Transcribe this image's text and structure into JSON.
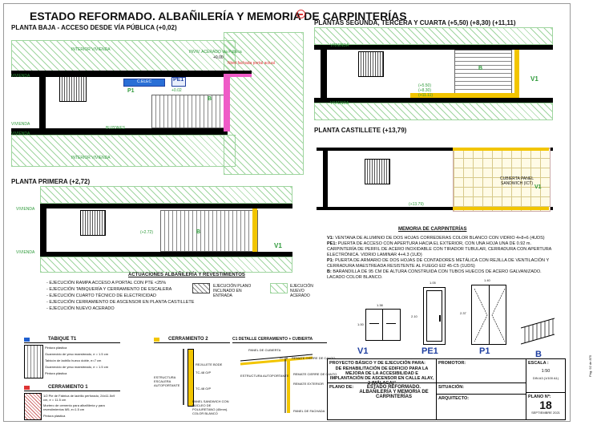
{
  "title": "ESTADO REFORMADO. ALBAÑILERÍA Y MEMORIA DE CARPINTERÍAS",
  "plans": {
    "planta_baja": {
      "title": "PLANTA BAJA - ACCESO DESDE VÍA PÚBLICA (+0,02)",
      "labels": [
        "INTERIOR VIVIENDA",
        "VIVIENDA",
        "VIVIENDA",
        "INTERIOR VIVIENDA",
        "VIVIENDA",
        "BUZONES",
        "C.ELEC",
        "PE1",
        "P1",
        "B",
        "+0.02",
        "INVIV. ACERADO vía Pública",
        "+0.00",
        "Nivel fachada portal actual"
      ]
    },
    "planta_primera": {
      "title": "PLANTA PRIMERA (+2,72)",
      "labels": [
        "VIVIENDA",
        "VIVIENDA",
        "(+2.72)",
        "V1",
        "B"
      ]
    },
    "plantas_superiores": {
      "title": "PLANTAS SEGUNDA, TERCERA Y CUARTA (+5,50) (+8,30) (+11,11)",
      "labels": [
        "VIVIENDA",
        "VIVIENDA",
        "B",
        "V1",
        "(+5.50)",
        "(+8.30)",
        "(+11.11)"
      ]
    },
    "planta_castillete": {
      "title": "PLANTA CASTILLETE (+13,79)",
      "labels": [
        "CUBIERTA PANEL SANDWICH (ICT)",
        "(+13.79)",
        "V1"
      ]
    }
  },
  "memoria": {
    "title": "MEMORIA DE CARPINTERÍAS",
    "items": [
      {
        "code": "V1:",
        "text": "VENTANA DE ALUMINIO DE DOS HOJAS CORREDERAS COLOR BLANCO CON VIDRIO 4+8+6 (4UDS)"
      },
      {
        "code": "PE1:",
        "text": "PUERTA DE ACCESO CON APERTURA HACIA EL EXTERIOR, CON UNA HOJA UNA DE 0.92 m. CARPINTERÍA DE PERFIL DE ACERO INOXIDABLE CON TIRADOR TUBULAR, CERRADURA CON APERTURA ELECTRÓNICA. VIDRIO LAMINAR 4+4.3 (1UD)"
      },
      {
        "code": "P1:",
        "text": "PUERTA DE ARMARIO DE DOS HOJAS DE CONTADORES METÁLICA CON REJILLA DE VENTILACIÓN Y CERRADURA MAESTREADA RESISTENTE AL FUEGO EI2 45-C5 (1UDS)"
      },
      {
        "code": "B:",
        "text": "BARANDILLA DE 95 CM DE ALTURA CONSTRUIDA CON TUBOS HUECOS DE ACERO GALVANIZADO. LACADO COLOR BLANCO."
      }
    ]
  },
  "carpentry": {
    "codes": [
      "V1",
      "PE1",
      "P1",
      "B"
    ],
    "dims": [
      "1.38",
      "1.05",
      "1.40",
      "1.00",
      "2.10",
      "2.37"
    ]
  },
  "actuaciones": {
    "title": "ACTUACIONES ALBAÑILERÍA Y REVESTIMIENTOS",
    "items": [
      "EJECUCIÓN RAMPA ACCESO A PORTAL CON PTE <25%",
      "EJECUCIÓN TABIQUERÍA Y CERRAMIENTO DE ESCALERA",
      "EJECUCIÓN CUARTO TÉCNICO DE ELECTRICIDAD",
      "EJECUCIÓN CERRAMIENTO DE ASCENSOR EN PLANTA CASTILLETE",
      "EJECUCIÓN NUEVO ACERADO"
    ],
    "legend": [
      "EJECUCIÓN PLANO INCLINADO EN ENTRADA",
      "EJECUCIÓN NUEVO ACERADO"
    ]
  },
  "tabique": {
    "title": "TABIQUE T1",
    "rows": [
      "Pintura plástica",
      "Guarnecido de yeso maestreado, e = 1.5 cm",
      "Tabicón de ladrillo hueco doble, e=7 cm",
      "Guarnecido de yeso maestreado, e = 1.5 cm",
      "Pintura plástica"
    ]
  },
  "cerramiento1": {
    "title": "CERRAMIENTO 1",
    "rows": [
      "1/2 Pie de Fábrica de ladrillo perforado, 24x11.5x9 cm, e = 11.5 cm",
      "Mortero de cemento para albañilería y para revestimientos M5, e=1.5 cm",
      "Pintura plástica"
    ]
  },
  "cerramiento2": {
    "title": "CERRAMIENTO 2",
    "labels": [
      "REJILLETE BODE",
      "TC-48 O/P",
      "ESTRUCTURA ESCALERA AUTOPORTANTE",
      "TC-48 O/P",
      "PANEL SANDWICH CON NÚCLEO DE POLIURETANO (40mm). COLOR BLANCO"
    ]
  },
  "detalle": {
    "title": "C1 DETALLE CERRAMIENTO + CUBIERTA",
    "labels": [
      "PANEL DE CUBIERTA",
      "TC-48",
      "REMATE CIERRE DE CANTO",
      "REMATE CIERRE DE CANTO",
      "ESTRUCTURA AUTOPORTANTE",
      "REMATE EXTERIOR",
      "PANEL DE FACHADA"
    ]
  },
  "titleblock": {
    "proyecto_label": "PROYECTO BÁSICO Y DE EJECUCIÓN PARA:",
    "proyecto_text": "DE REHABILITACIÓN DE EDIFICIO PARA LA MEJORA DE LA ACCESIBILIDAD E IMPLANTACIÓN DE ASCENSOR EN CALLE ALAY, 2 (MÁLAGA)\"",
    "promotor_label": "PROMOTOR:",
    "escala_label": "ESCALA :",
    "escala_value": "1:50",
    "escala_sub": "DIN A3 (1/100 A1)",
    "plano_label": "PLANO DE:",
    "plano_text": "ESTADO REFORMADO. ALBAÑILERÍA Y MEMORIA DE CARPINTERÍAS",
    "situacion_label": "SITUACIÓN:",
    "arquitecto_label": "ARQUITECTO:",
    "plano_n_label": "PLANO Nº:",
    "plano_n": "18",
    "fecha": "SEPTIEMBRE 2021",
    "side_ref": "Pág. 92 de 875"
  },
  "colors": {
    "green_hatch": "#9fd59f",
    "yellow": "#f2c500",
    "pink": "#ef5bc7",
    "blue": "#1f3fa0"
  }
}
